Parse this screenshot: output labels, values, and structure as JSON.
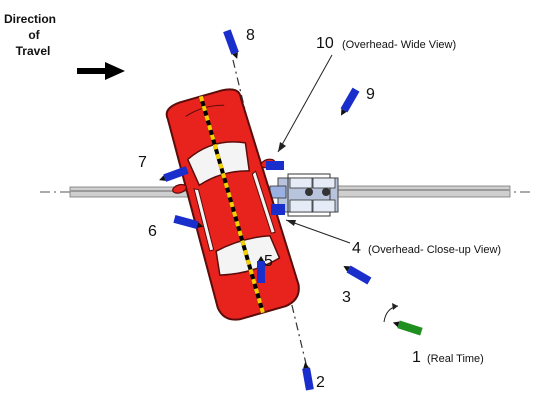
{
  "direction": {
    "line1": "Direction",
    "line2": "of",
    "line3": "Travel"
  },
  "cameras": [
    {
      "num": "1",
      "desc": "(Real Time)"
    },
    {
      "num": "2"
    },
    {
      "num": "3"
    },
    {
      "num": "4",
      "desc": "(Overhead- Close-up View)"
    },
    {
      "num": "5"
    },
    {
      "num": "6"
    },
    {
      "num": "7"
    },
    {
      "num": "8"
    },
    {
      "num": "9"
    },
    {
      "num": "10",
      "desc": "(Overhead- Wide View)"
    }
  ],
  "colors": {
    "car_body": "#e8231d",
    "car_outline": "#5a0d0b",
    "camera": "#1a2ecc",
    "camera_realtime": "#1f8f1f",
    "guardrail": "#c8c8c8",
    "post": "#8a9ab8"
  },
  "icons": {
    "arrow": "direction-arrow-icon"
  }
}
